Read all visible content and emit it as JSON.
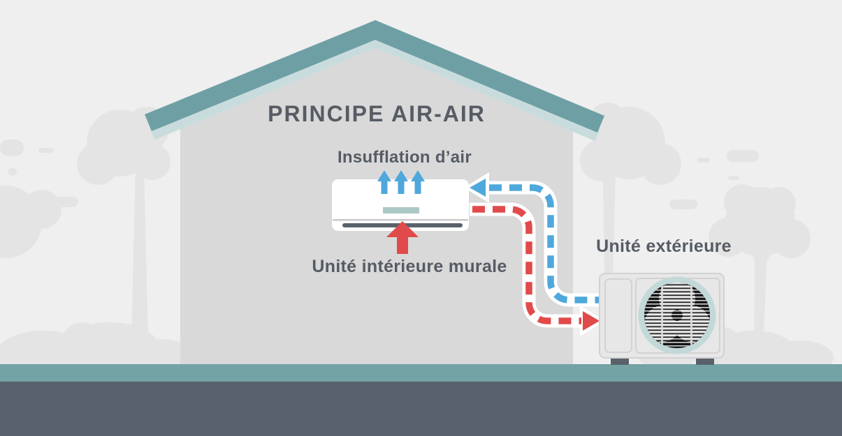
{
  "diagram": {
    "title": "PRINCIPE AIR-AIR",
    "labels": {
      "air_blowing": "Insufflation d’air",
      "indoor_unit": "Unité intérieure murale",
      "outdoor_unit": "Unité extérieure"
    },
    "icons": {
      "supply_pipe": "blue-dashed-pipe-arrow",
      "return_pipe": "red-dashed-pipe-arrow",
      "blow_arrows": "three-up-arrows",
      "intake_arrow": "up-arrow",
      "fan": "three-blade-fan"
    }
  },
  "colors": {
    "background": "#efefef",
    "wall": "#d9d9d9",
    "roof": "#6e9fa4",
    "roof_underside": "#c9dcdd",
    "ground_top": "#74a3a6",
    "ground": "#58616b",
    "text": "#565c64",
    "supply_blue": "#4fa8db",
    "return_red": "#e14a4a",
    "unit_white": "#ffffff",
    "unit_gray": "#e7e7e7",
    "unit_border": "#d2d2d2",
    "fan_ring": "#c3d8d9",
    "fan_dark": "#161616",
    "fan_blade": "#c6c6c6",
    "tree": "#e4e4e4",
    "vent_dark": "#59616b",
    "display_teal": "#abc8c6",
    "pipe_casing": "#ffffff"
  }
}
